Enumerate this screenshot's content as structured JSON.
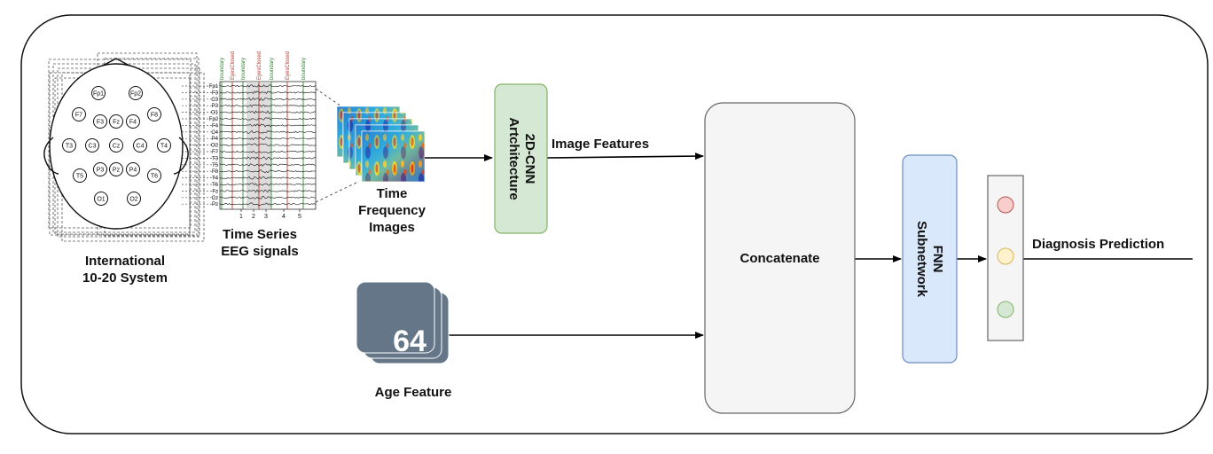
{
  "electrodes": [
    "Fp1",
    "Fp2",
    "F7",
    "F3",
    "Fz",
    "F4",
    "F8",
    "T3",
    "C3",
    "Cz",
    "C4",
    "T4",
    "T5",
    "P3",
    "Pz",
    "P4",
    "T6",
    "O1",
    "O2"
  ],
  "eeg_channels": [
    "Fp1",
    "F3",
    "C3",
    "P3",
    "O1",
    "Fp2",
    "F4",
    "C4",
    "P4",
    "O2",
    "F7",
    "T3",
    "T5",
    "F8",
    "T4",
    "T6",
    "Fz",
    "Cz",
    "Pz"
  ],
  "eeg_events": [
    {
      "label": "boundary",
      "color": "#2e8b2e"
    },
    {
      "label": "EyesClosed",
      "color": "#c0392b"
    },
    {
      "label": "boundary",
      "color": "#2e8b2e"
    },
    {
      "label": "EyesClosed",
      "color": "#c0392b"
    },
    {
      "label": "boundary",
      "color": "#2e8b2e"
    },
    {
      "label": "EyesClosed",
      "color": "#c0392b"
    },
    {
      "label": "boundary",
      "color": "#2e8b2e"
    }
  ],
  "eeg_ticks": [
    "1",
    "2",
    "3",
    "4",
    "5"
  ],
  "labels": {
    "system_line1": "International",
    "system_line2": "10-20 System",
    "ts_line1": "Time Series",
    "ts_line2": "EEG signals",
    "tf_line1": "Time",
    "tf_line2": "Frequency",
    "tf_line3": "Images",
    "cnn_line1": "2D-CNN",
    "cnn_line2": "Artchitecture",
    "image_features": "Image Features",
    "age_value": "64",
    "age_feature": "Age Feature",
    "concatenate": "Concatenate",
    "fnn_line1": "FNN",
    "fnn_line2": "Subnetwork",
    "diagnosis": "Diagnosis Prediction"
  },
  "colors": {
    "cnn_fill": "#d5e8d4",
    "cnn_stroke": "#82b366",
    "fnn_fill": "#dae8fc",
    "fnn_stroke": "#6c8ebf",
    "concat_fill": "#f5f5f5",
    "concat_stroke": "#666666",
    "age_fill": "#647687",
    "output_red": "#f8cecc",
    "output_yellow": "#fff2cc",
    "output_green": "#d5e8d4"
  }
}
